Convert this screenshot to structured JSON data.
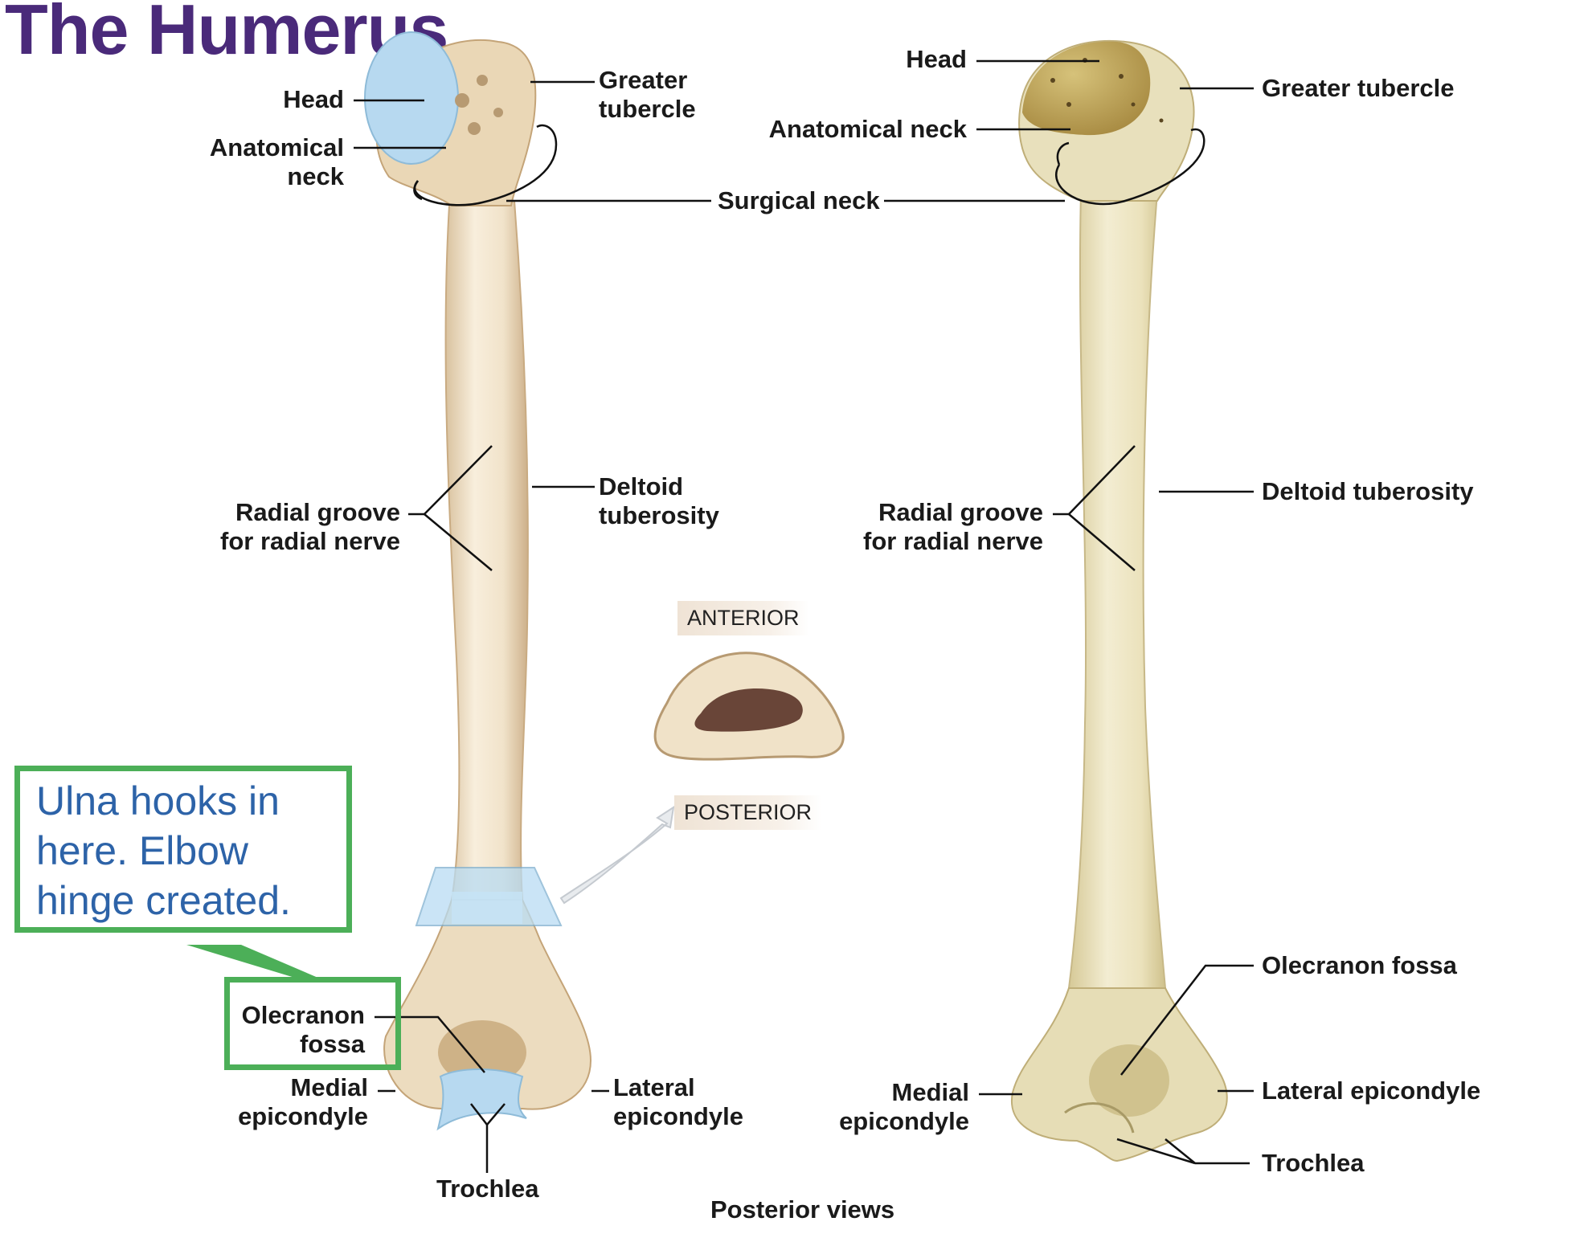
{
  "title": "The Humerus",
  "left_labels": {
    "head": "Head",
    "anatomical_neck_1": "Anatomical",
    "anatomical_neck_2": "neck",
    "greater_tubercle_1": "Greater",
    "greater_tubercle_2": "tubercle",
    "surgical_neck": "Surgical neck",
    "radial_groove_1": "Radial groove",
    "radial_groove_2": "for radial nerve",
    "deltoid_1": "Deltoid",
    "deltoid_2": "tuberosity",
    "olecranon_1": "Olecranon",
    "olecranon_2": "fossa",
    "medial_1": "Medial",
    "medial_2": "epicondyle",
    "lateral_1": "Lateral",
    "lateral_2": "epicondyle",
    "trochlea": "Trochlea"
  },
  "right_labels": {
    "head": "Head",
    "greater_tubercle": "Greater tubercle",
    "anatomical_neck": "Anatomical neck",
    "radial_groove_1": "Radial groove",
    "radial_groove_2": "for radial nerve",
    "deltoid": "Deltoid tuberosity",
    "olecranon": "Olecranon fossa",
    "lateral": "Lateral epicondyle",
    "medial_1": "Medial",
    "medial_2": "epicondyle",
    "trochlea": "Trochlea"
  },
  "cross_section": {
    "anterior": "ANTERIOR",
    "posterior": "POSTERIOR"
  },
  "caption": "Posterior views",
  "note": "Ulna hooks in here. Elbow hinge created.",
  "colors": {
    "title": "#4a2a7a",
    "note_border": "#4caf58",
    "note_text": "#2d63a8",
    "bone_left": "#efe1c8",
    "bone_right": "#ece3bf",
    "cartilage": "#b7d9f0"
  }
}
